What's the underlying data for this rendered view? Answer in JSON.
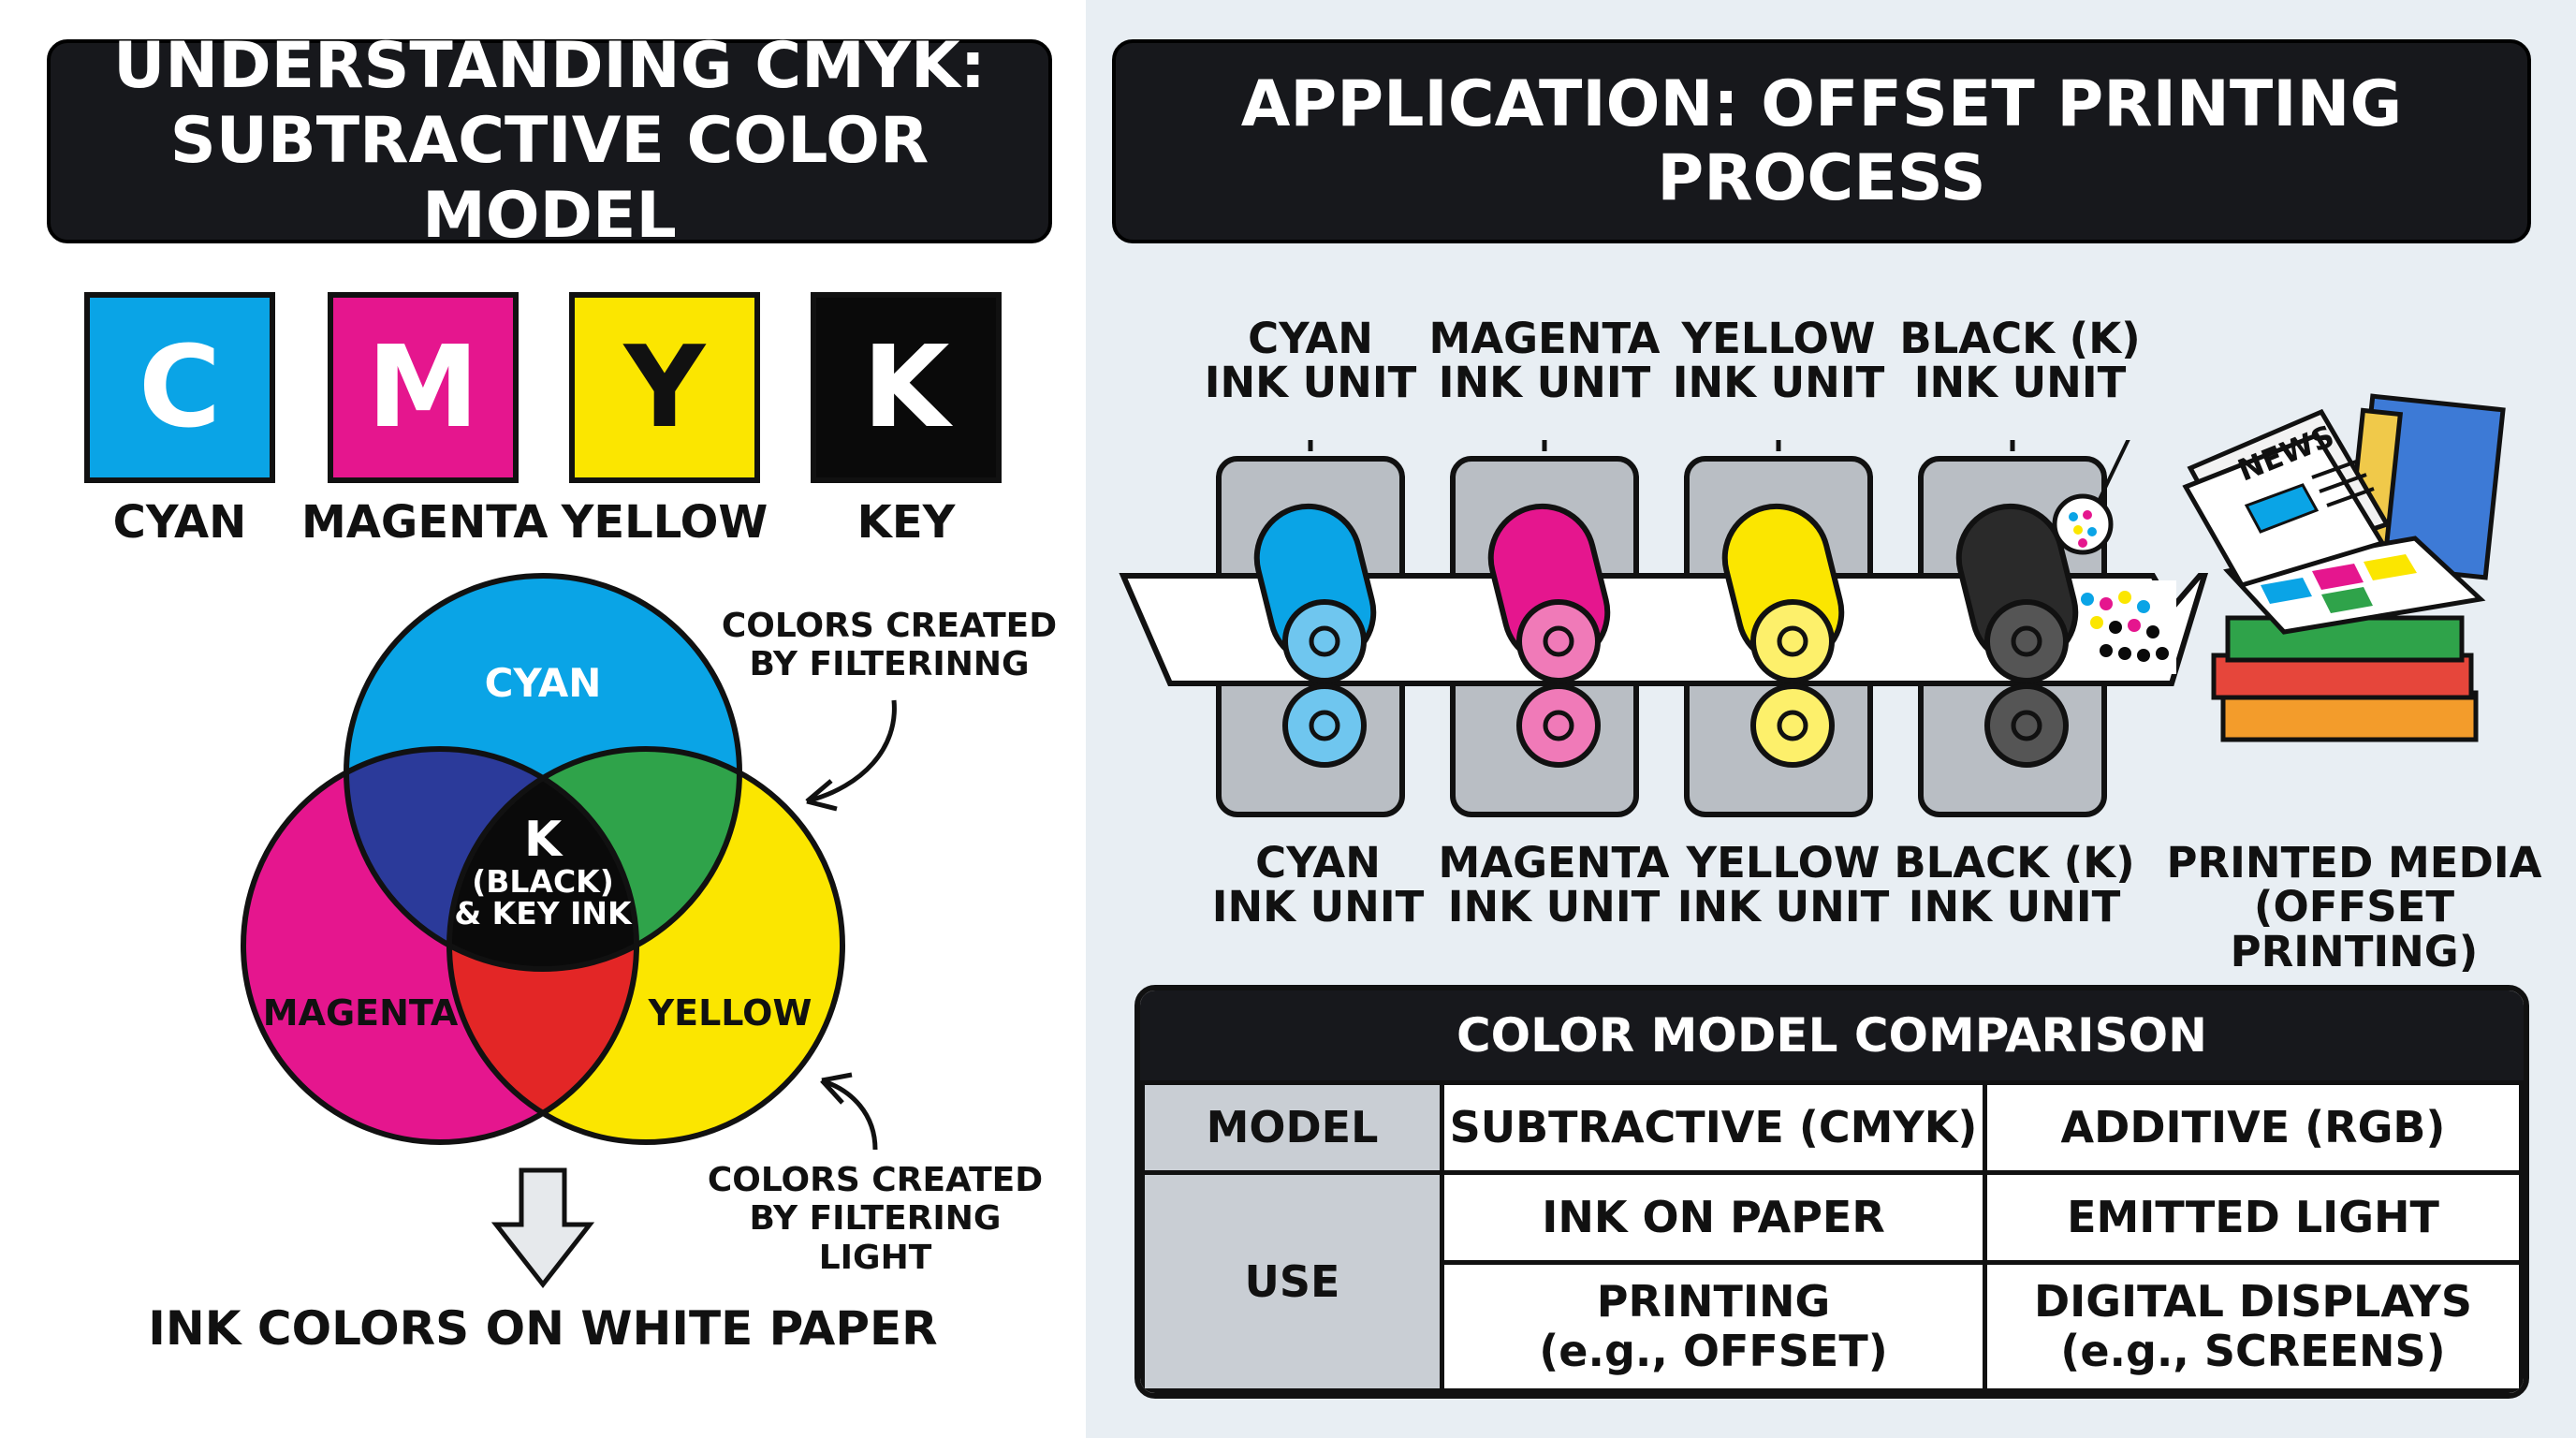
{
  "left": {
    "title_line1": "UNDERSTANDING CMYK:",
    "title_line2": "SUBTRACTIVE COLOR MODEL",
    "swatches": [
      {
        "letter": "C",
        "label": "CYAN",
        "color": "#0aa4e6"
      },
      {
        "letter": "M",
        "label": "MAGENTA",
        "color": "#e5168e"
      },
      {
        "letter": "Y",
        "label": "YELLOW",
        "color": "#fbe600"
      },
      {
        "letter": "K",
        "label": "KEY",
        "color": "#0a0a0a"
      }
    ],
    "venn": {
      "cyan": "CYAN",
      "magenta": "MAGENTA",
      "yellow": "YELLOW",
      "center_k": "K",
      "center_line1": "(BLACK)",
      "center_line2": "& KEY INK"
    },
    "note_top_line1": "COLORS CREATED",
    "note_top_line2": "BY FILTERINNG",
    "note_bottom_line1": "COLORS CREATED",
    "note_bottom_line2": "BY FILTERING LIGHT",
    "caption": "INK COLORS ON WHITE PAPER"
  },
  "right": {
    "title": "APPLICATION: OFFSET PRINTING PROCESS",
    "units_top": [
      {
        "line1": "CYAN",
        "line2": "INK UNIT"
      },
      {
        "line1": "MAGENTA",
        "line2": "INK UNIT"
      },
      {
        "line1": "YELLOW",
        "line2": "INK UNIT"
      },
      {
        "line1": "BLACK (K)",
        "line2": "INK UNIT"
      }
    ],
    "units_bottom": [
      {
        "line1": "CYAN",
        "line2": "INK UNIT"
      },
      {
        "line1": "MAGENTA",
        "line2": "INK UNIT"
      },
      {
        "line1": "YELLOW",
        "line2": "INK UNIT"
      },
      {
        "line1": "BLACK (K)",
        "line2": "INK UNIT"
      }
    ],
    "media_line1": "PRINTED MEDIA",
    "media_line2": "(OFFSET PRINTING)",
    "news": "NEWS",
    "table": {
      "title": "COLOR MODEL COMPARISON",
      "col_model": "MODEL",
      "col_subtractive": "SUBTRACTIVE (CMYK)",
      "col_additive": "ADDITIVE (RGB)",
      "row_use": "USE",
      "r1_sub": "INK ON PAPER",
      "r1_add": "EMITTED LIGHT",
      "r2_sub_line1": "PRINTING",
      "r2_sub_line2": "(e.g., OFFSET)",
      "r2_add_line1": "DIGITAL DISPLAYS",
      "r2_add_line2": "(e.g., SCREENS)"
    }
  },
  "colors": {
    "cyan": "#0aa4e6",
    "magenta": "#e5168e",
    "yellow": "#fbe600",
    "black": "#0a0a0a",
    "blue_overlap": "#2b3a9a",
    "green_overlap": "#2fa34a",
    "red_overlap": "#e32626"
  }
}
